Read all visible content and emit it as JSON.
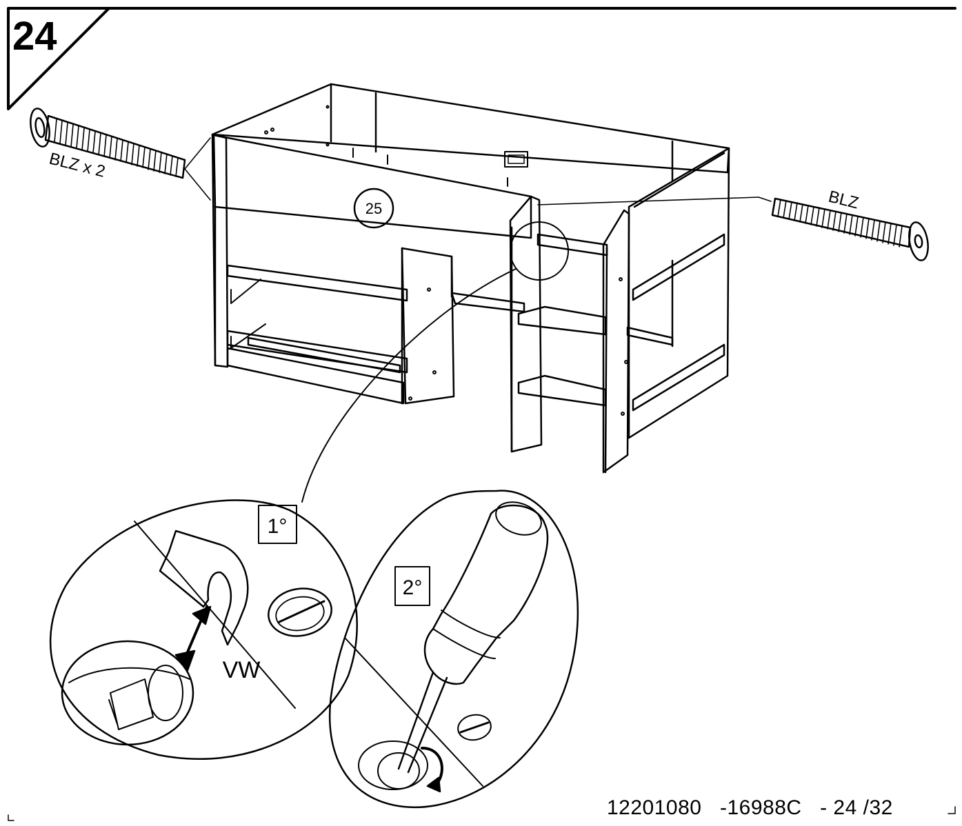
{
  "step": {
    "number": "24"
  },
  "hardware": {
    "left_label": "BLZ x 2",
    "right_label": "BLZ"
  },
  "part_callout": "25",
  "detail_1": {
    "step_label": "1°",
    "part_label": "VW"
  },
  "detail_2": {
    "step_label": "2°"
  },
  "footer": {
    "doc_number": "12201080",
    "revision": "-16988C",
    "page": "- 24 /32"
  }
}
